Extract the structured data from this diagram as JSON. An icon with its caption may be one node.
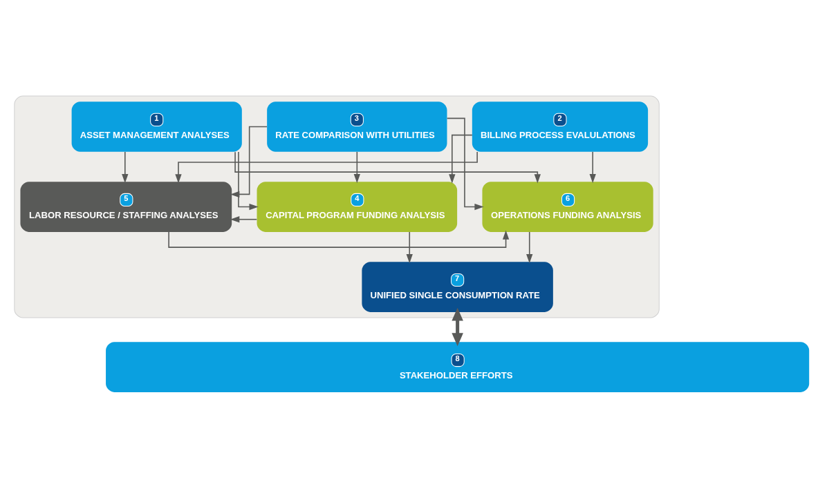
{
  "diagram": {
    "nodes": [
      {
        "text": [],
        "shape": "box"
      },
      {
        "text": [
          "1",
          "ASSET MANAGEMENT ANALYSES"
        ],
        "in": 0
      },
      {
        "text": [
          "2",
          "BILLING PROCESS EVALULATIONS"
        ],
        "in": 0
      },
      {
        "text": [
          "3",
          "RATE COMPARISON WITH UTILITIES"
        ],
        "in": 0
      },
      {
        "text": [
          "4",
          "CAPITAL PROGRAM FUNDING ANALYSIS"
        ],
        "in": 0
      },
      {
        "text": [
          "5",
          "LABOR RESOURCE / STAFFING ANALYSES"
        ],
        "in": 0
      },
      {
        "text": [
          "6",
          "OPERATIONS FUNDING ANALYSIS"
        ],
        "in": 0
      },
      {
        "text": [
          "7",
          "UNIFIED SINGLE CONSUMPTION RATE"
        ],
        "in": 0
      },
      {
        "text": [
          "8",
          "STAKEHOLDER EFFORTS"
        ]
      }
    ],
    "edges": [
      {
        "from": 1,
        "to": 4,
        "arrow": "to"
      },
      {
        "from": 1,
        "to": 5,
        "arrow": "to"
      },
      {
        "from": 1,
        "to": 6,
        "arrow": "to"
      },
      {
        "from": 2,
        "to": 4,
        "arrow": "to"
      },
      {
        "from": 2,
        "to": 5,
        "arrow": "to"
      },
      {
        "from": 2,
        "to": 6,
        "arrow": "to"
      },
      {
        "from": 3,
        "to": 4,
        "arrow": "to"
      },
      {
        "from": 3,
        "to": 5,
        "arrow": "to"
      },
      {
        "from": 3,
        "to": 6,
        "arrow": "to"
      },
      {
        "from": 4,
        "to": 5,
        "arrow": "to"
      },
      {
        "from": 5,
        "to": 6,
        "arrow": "to"
      },
      {
        "from": 4,
        "to": 7,
        "arrow": "to"
      },
      {
        "from": 6,
        "to": 7,
        "arrow": "to"
      },
      {
        "from": 7,
        "to": 8,
        "arrow": "both",
        "style": "thick"
      }
    ]
  }
}
